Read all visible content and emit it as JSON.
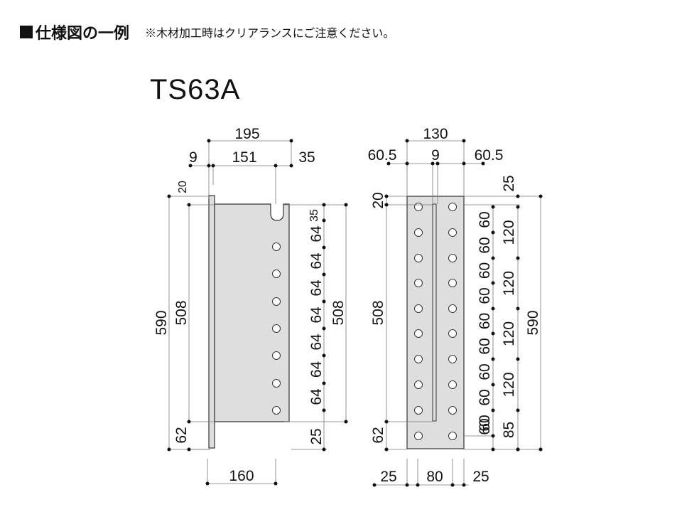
{
  "header": {
    "title": "仕様図の一例",
    "note": "※木材加工時はクリアランスにご注意ください。"
  },
  "model": "TS63A",
  "colors": {
    "plate": "#dedede",
    "stroke": "#333333",
    "dim_line": "#777777",
    "dot": "#111111"
  },
  "side_view": {
    "dims": {
      "overall_width": "195",
      "web_offset": "9",
      "slot_to_web": "151",
      "slot_to_edge": "35",
      "top_offset": "20",
      "overall_height": "590",
      "plate_height": "508",
      "bottom_offset": "62",
      "bottom_width": "160",
      "right_height": "508",
      "slot_depth": "35",
      "hole_pitch": "64",
      "bottom_edge": "25"
    },
    "hole_pitches": [
      "64",
      "64",
      "64",
      "64",
      "64",
      "64",
      "64"
    ]
  },
  "front_view": {
    "dims": {
      "overall_width": "130",
      "left_edge": "60.5",
      "slot_width": "9",
      "right_edge": "60.5",
      "top_edge": "25",
      "left_top": "20",
      "left_height": "508",
      "left_bottom": "62",
      "overall_height": "590",
      "bottom_left": "25",
      "bottom_mid": "80",
      "bottom_right": "25"
    },
    "row_pitches": [
      "60",
      "60",
      "60",
      "60",
      "60",
      "60",
      "60",
      "60",
      "60",
      "60"
    ],
    "group_pitches": [
      "120",
      "120",
      "120",
      "120",
      "85"
    ]
  }
}
